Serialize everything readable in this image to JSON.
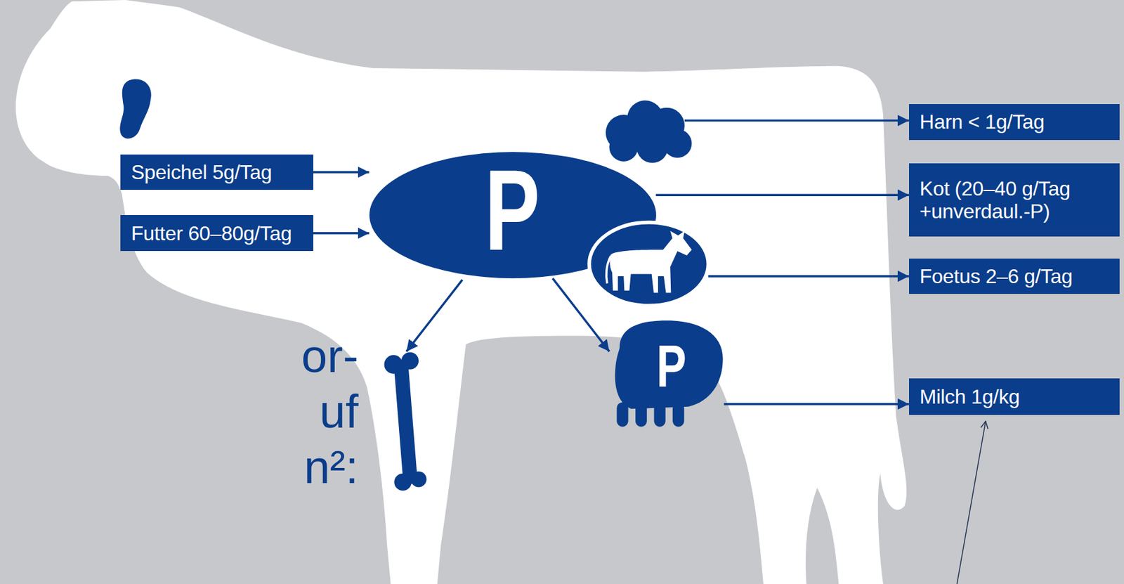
{
  "diagram": {
    "nodes": [
      {
        "text": [
          "Speichel 5g/Tag"
        ]
      },
      {
        "text": [
          "Futter 60–80g/Tag"
        ]
      },
      {
        "text": [
          "P"
        ]
      },
      {
        "text": [
          "Harn < 1g/Tag"
        ]
      },
      {
        "text": [
          "Kot (20–40 g/Tag +unverdaul.-P)"
        ]
      },
      {
        "text": [
          "Foetus 2–6 g/Tag"
        ]
      },
      {
        "text": [
          "P"
        ]
      },
      {
        "text": [
          "Milch 1g/kg"
        ]
      }
    ],
    "edges": [
      {
        "from": 0,
        "to": 2,
        "arrow": "to"
      },
      {
        "from": 1,
        "to": 2,
        "arrow": "to"
      },
      {
        "from": 2,
        "to": 4,
        "arrow": "to"
      },
      {
        "from": 2,
        "to": 6,
        "arrow": "to"
      },
      {
        "from": 6,
        "to": 7,
        "arrow": "to"
      }
    ],
    "labels": [
      "or-",
      "uf",
      "n²:"
    ]
  }
}
